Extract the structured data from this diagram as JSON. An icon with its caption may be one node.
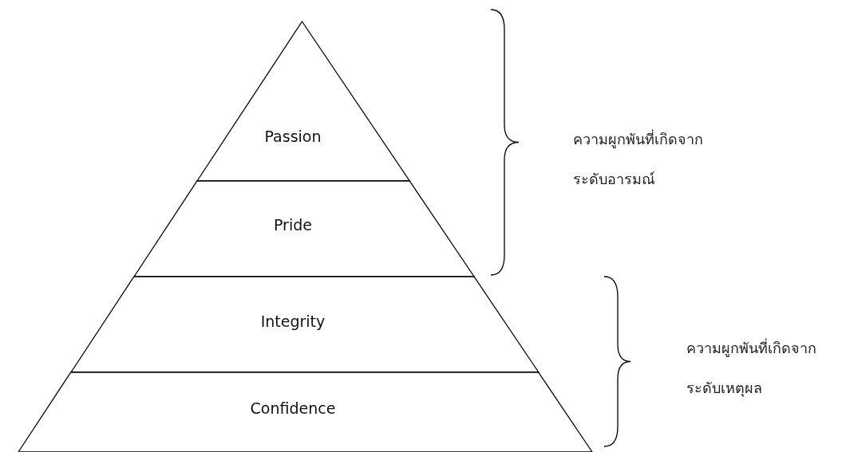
{
  "diagram": {
    "nodes": [
      {
        "text": [
          "Passion"
        ]
      },
      {
        "text": [
          "Pride"
        ]
      },
      {
        "text": [
          "Integrity"
        ]
      },
      {
        "text": [
          "Confidence"
        ]
      }
    ],
    "labels": [
      "ความผูกพันที่เกิดจากระดับอารมณ์",
      "ความผูกพันที่เกิดจากระดับเหตุผล"
    ]
  }
}
